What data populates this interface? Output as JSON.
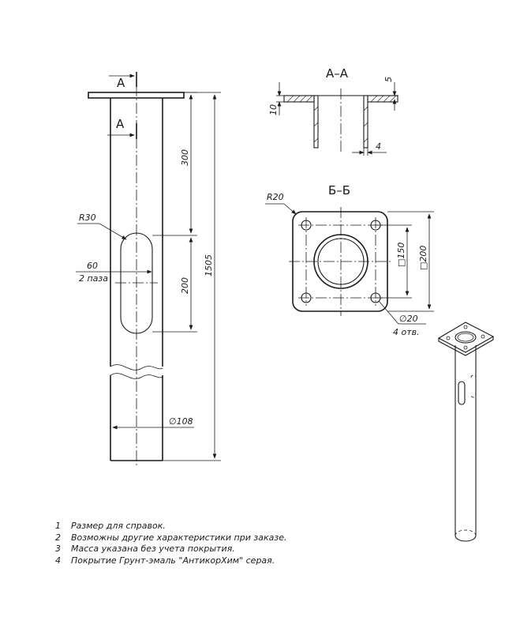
{
  "views": {
    "section_a_label": "А–А",
    "section_b_label": "Б–Б",
    "cut_marker_a": "А"
  },
  "dimensions": {
    "d300": "300",
    "d1505": "1505",
    "d200_slot": "200",
    "r30": "R30",
    "d60": "60",
    "slots": "2 паза",
    "dia108": "∅108",
    "d5": "5",
    "d10": "10",
    "d4": "4",
    "r20": "R20",
    "sq150": "□150",
    "sq200": "□200",
    "dia20": "∅20",
    "holes": "4 отв."
  },
  "notes": [
    {
      "num": "1",
      "text": "Размер для справок."
    },
    {
      "num": "2",
      "text": "Возможны другие характеристики при заказе."
    },
    {
      "num": "3",
      "text": "Масса указана без учета покрытия."
    },
    {
      "num": "4",
      "text": "Покрытие Грунт-эмаль \"АнтикорХим\" серая."
    }
  ]
}
